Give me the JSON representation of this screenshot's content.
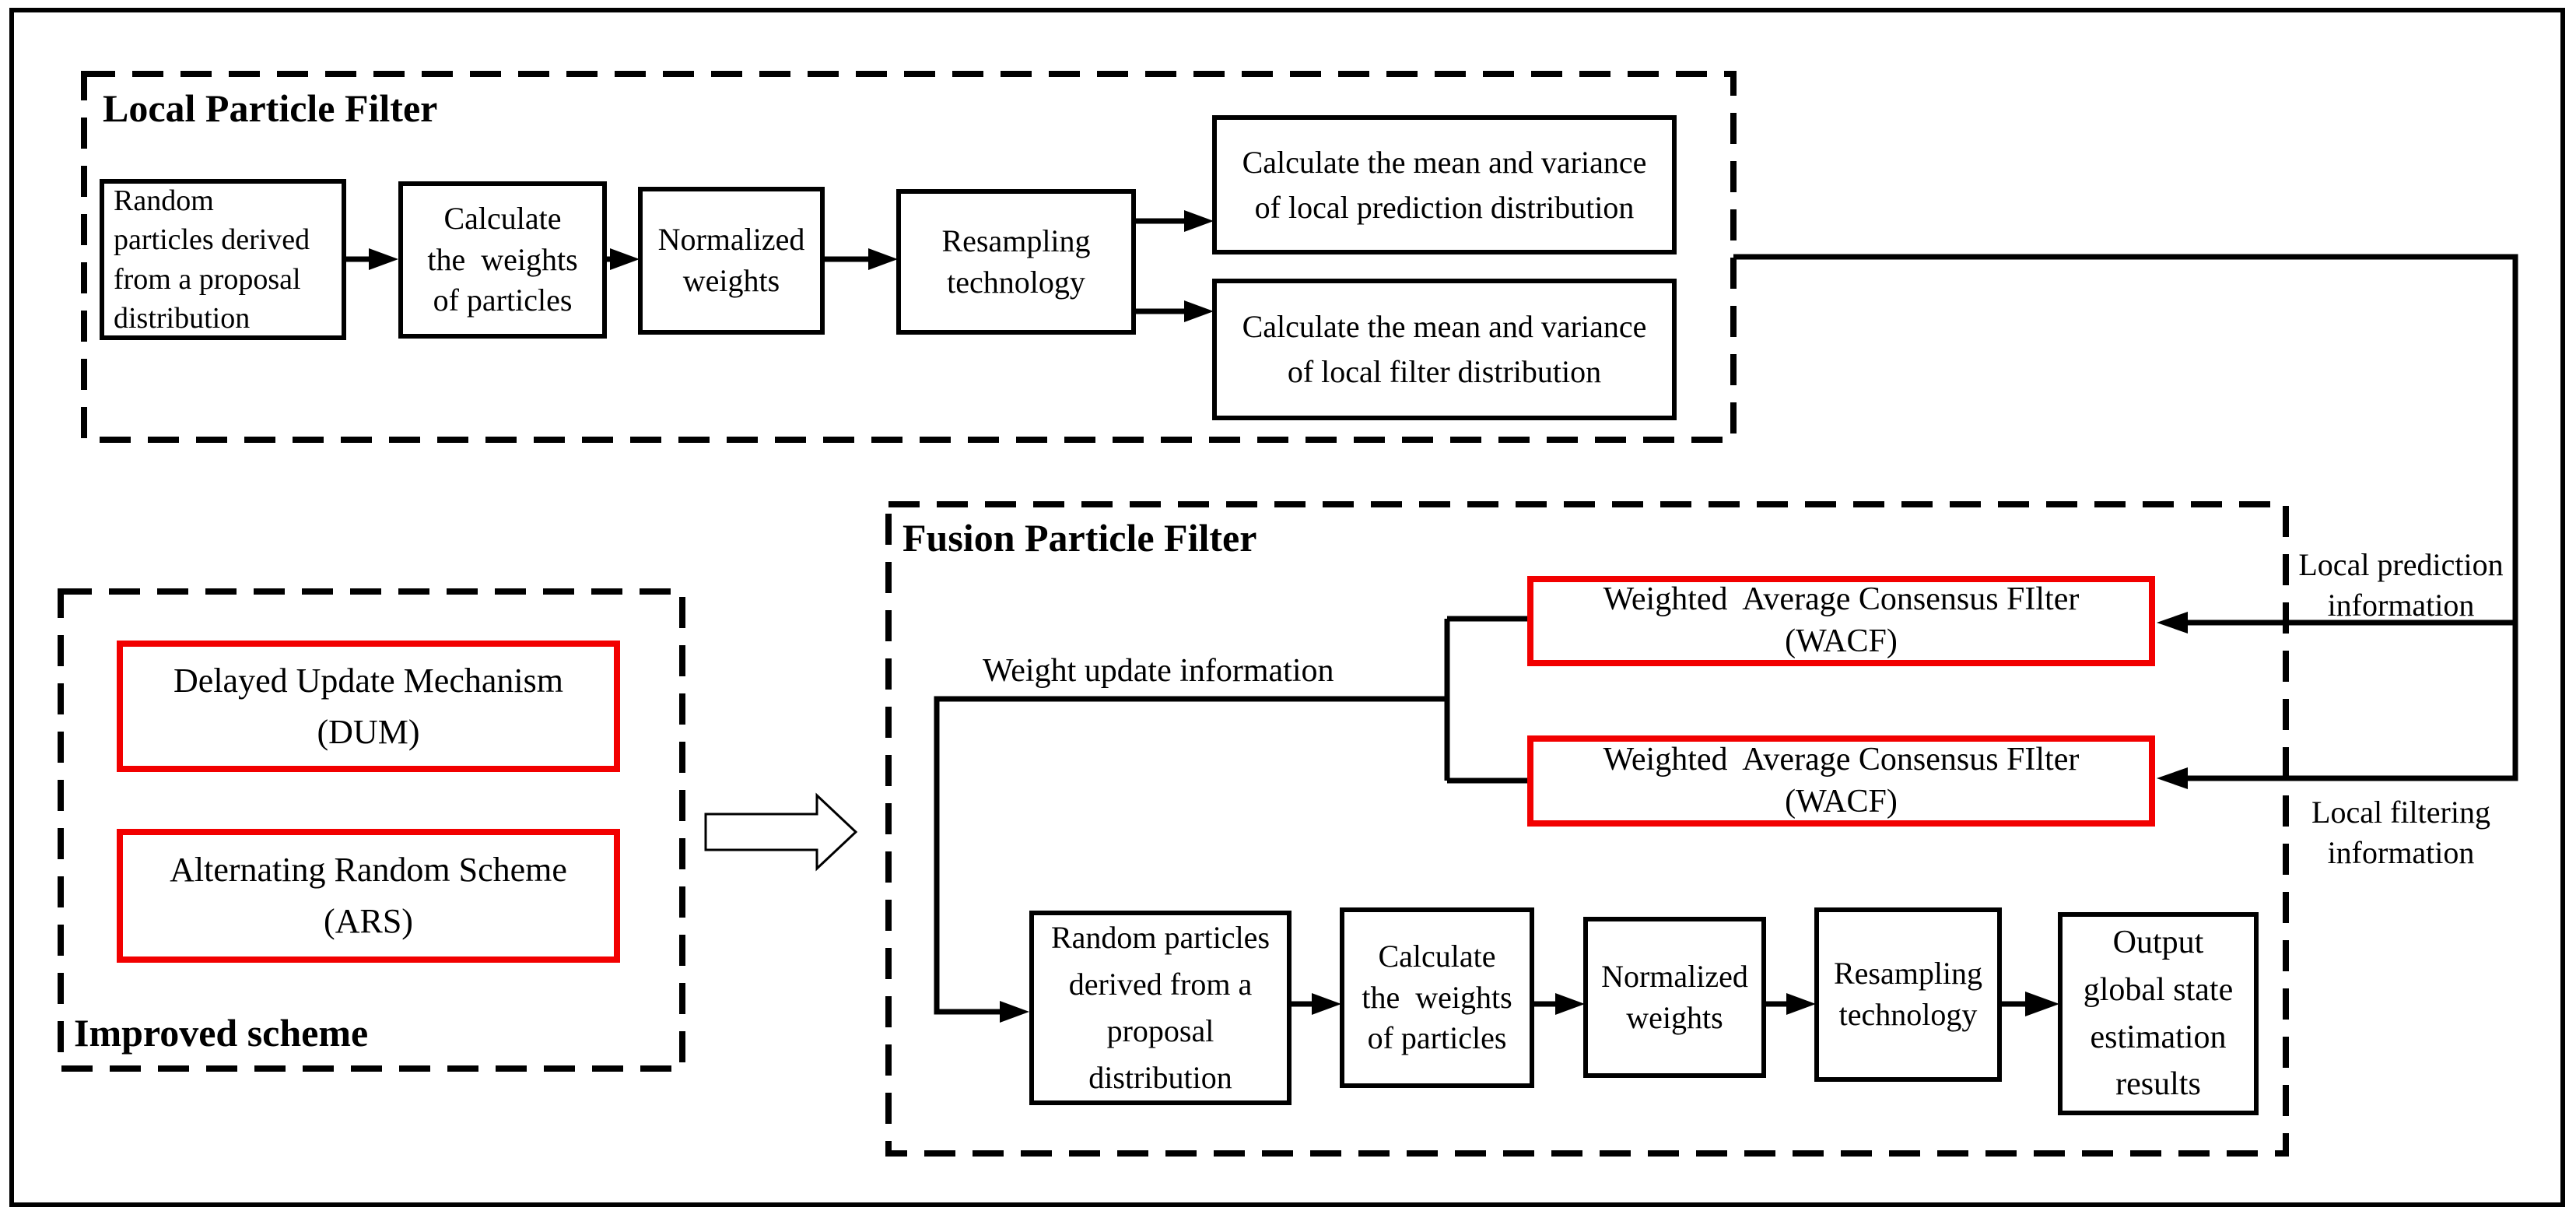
{
  "colors": {
    "red": "#f20000",
    "black": "#000000",
    "background": "#ffffff"
  },
  "local_filter": {
    "title": "Local Particle Filter",
    "steps": {
      "random_particles": "Random\nparticles derived\nfrom a proposal\ndistribution",
      "calc_weights": "Calculate\nthe  weights\nof particles",
      "normalized": "Normalized\nweights",
      "resampling": "Resampling\ntechnology",
      "mean_prediction": "Calculate the mean and variance\nof local prediction distribution",
      "mean_filter": "Calculate the mean and variance\nof local filter distribution"
    }
  },
  "improved_scheme": {
    "title": "Improved scheme",
    "dum": "Delayed Update Mechanism\n(DUM)",
    "ars": "Alternating Random Scheme\n(ARS)"
  },
  "fusion_filter": {
    "title": "Fusion Particle Filter",
    "wacf_top": "Weighted  Average Consensus FIlter\n(WACF)",
    "wacf_bottom": "Weighted  Average Consensus FIlter\n(WACF)",
    "steps": {
      "random_particles": "Random particles\nderived from a\nproposal\ndistribution",
      "calc_weights": "Calculate\nthe  weights\nof particles",
      "normalized": "Normalized\nweights",
      "resampling": "Resampling\ntechnology",
      "output": "Output\nglobal state\nestimation\nresults"
    }
  },
  "labels": {
    "weight_update": "Weight update information",
    "local_prediction": "Local prediction\ninformation",
    "local_filtering": "Local filtering\ninformation"
  }
}
